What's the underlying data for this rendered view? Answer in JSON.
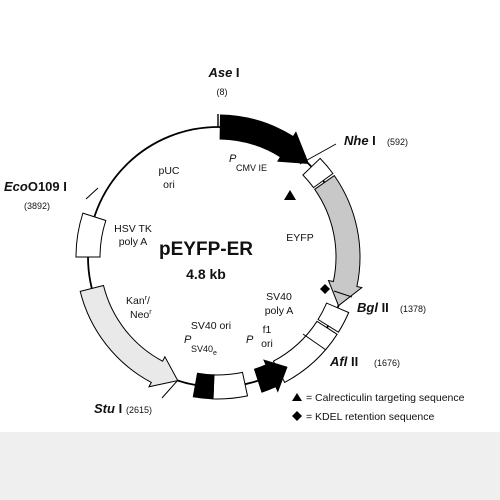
{
  "plasmid": {
    "name": "pEYFP-ER",
    "size": "4.8 kb"
  },
  "sites": {
    "ase": {
      "name_it": "Ase",
      "name_rest": " I",
      "pos": "(8)"
    },
    "nhe": {
      "name_it": "Nhe",
      "name_rest": " I",
      "pos": "(592)"
    },
    "bgl": {
      "name_it": "Bgl",
      "name_rest": " II",
      "pos": "(1378)"
    },
    "afl": {
      "name_it": "Afl",
      "name_rest": " II",
      "pos": "(1676)"
    },
    "stu": {
      "name_it": "Stu",
      "name_rest": " I",
      "pos": "(2615)"
    },
    "eco": {
      "name_it": "Eco",
      "name_rest": "O109 I",
      "pos": "(3892)"
    }
  },
  "features": {
    "pcmv": {
      "p": "P",
      "sub": "CMV IE"
    },
    "eyfp": "EYFP",
    "sv40_polya": [
      "SV40",
      "poly A"
    ],
    "f1_ori": [
      "f1",
      "ori"
    ],
    "p_label": "P",
    "sv40_ori": "SV40 ori",
    "psv40e": {
      "p": "P",
      "sub": "SV40",
      "subsub": "e"
    },
    "kan": {
      "kan": "Kan",
      "kan_sup": "r",
      "slash": "/",
      "neo": "Neo",
      "neo_sup": "r"
    },
    "hsv": [
      "HSV TK",
      "poly A"
    ],
    "puc": [
      "pUC",
      "ori"
    ]
  },
  "legend": {
    "triangle_text": "= Calrecticulin targeting sequence",
    "diamond_text": "= KDEL retention sequence"
  },
  "colors": {
    "black": "#000000",
    "gray_eyfp": "#c8c8c8",
    "light_kan": "#e9e9e9",
    "white": "#ffffff",
    "bottom_strip": "#efefef"
  }
}
